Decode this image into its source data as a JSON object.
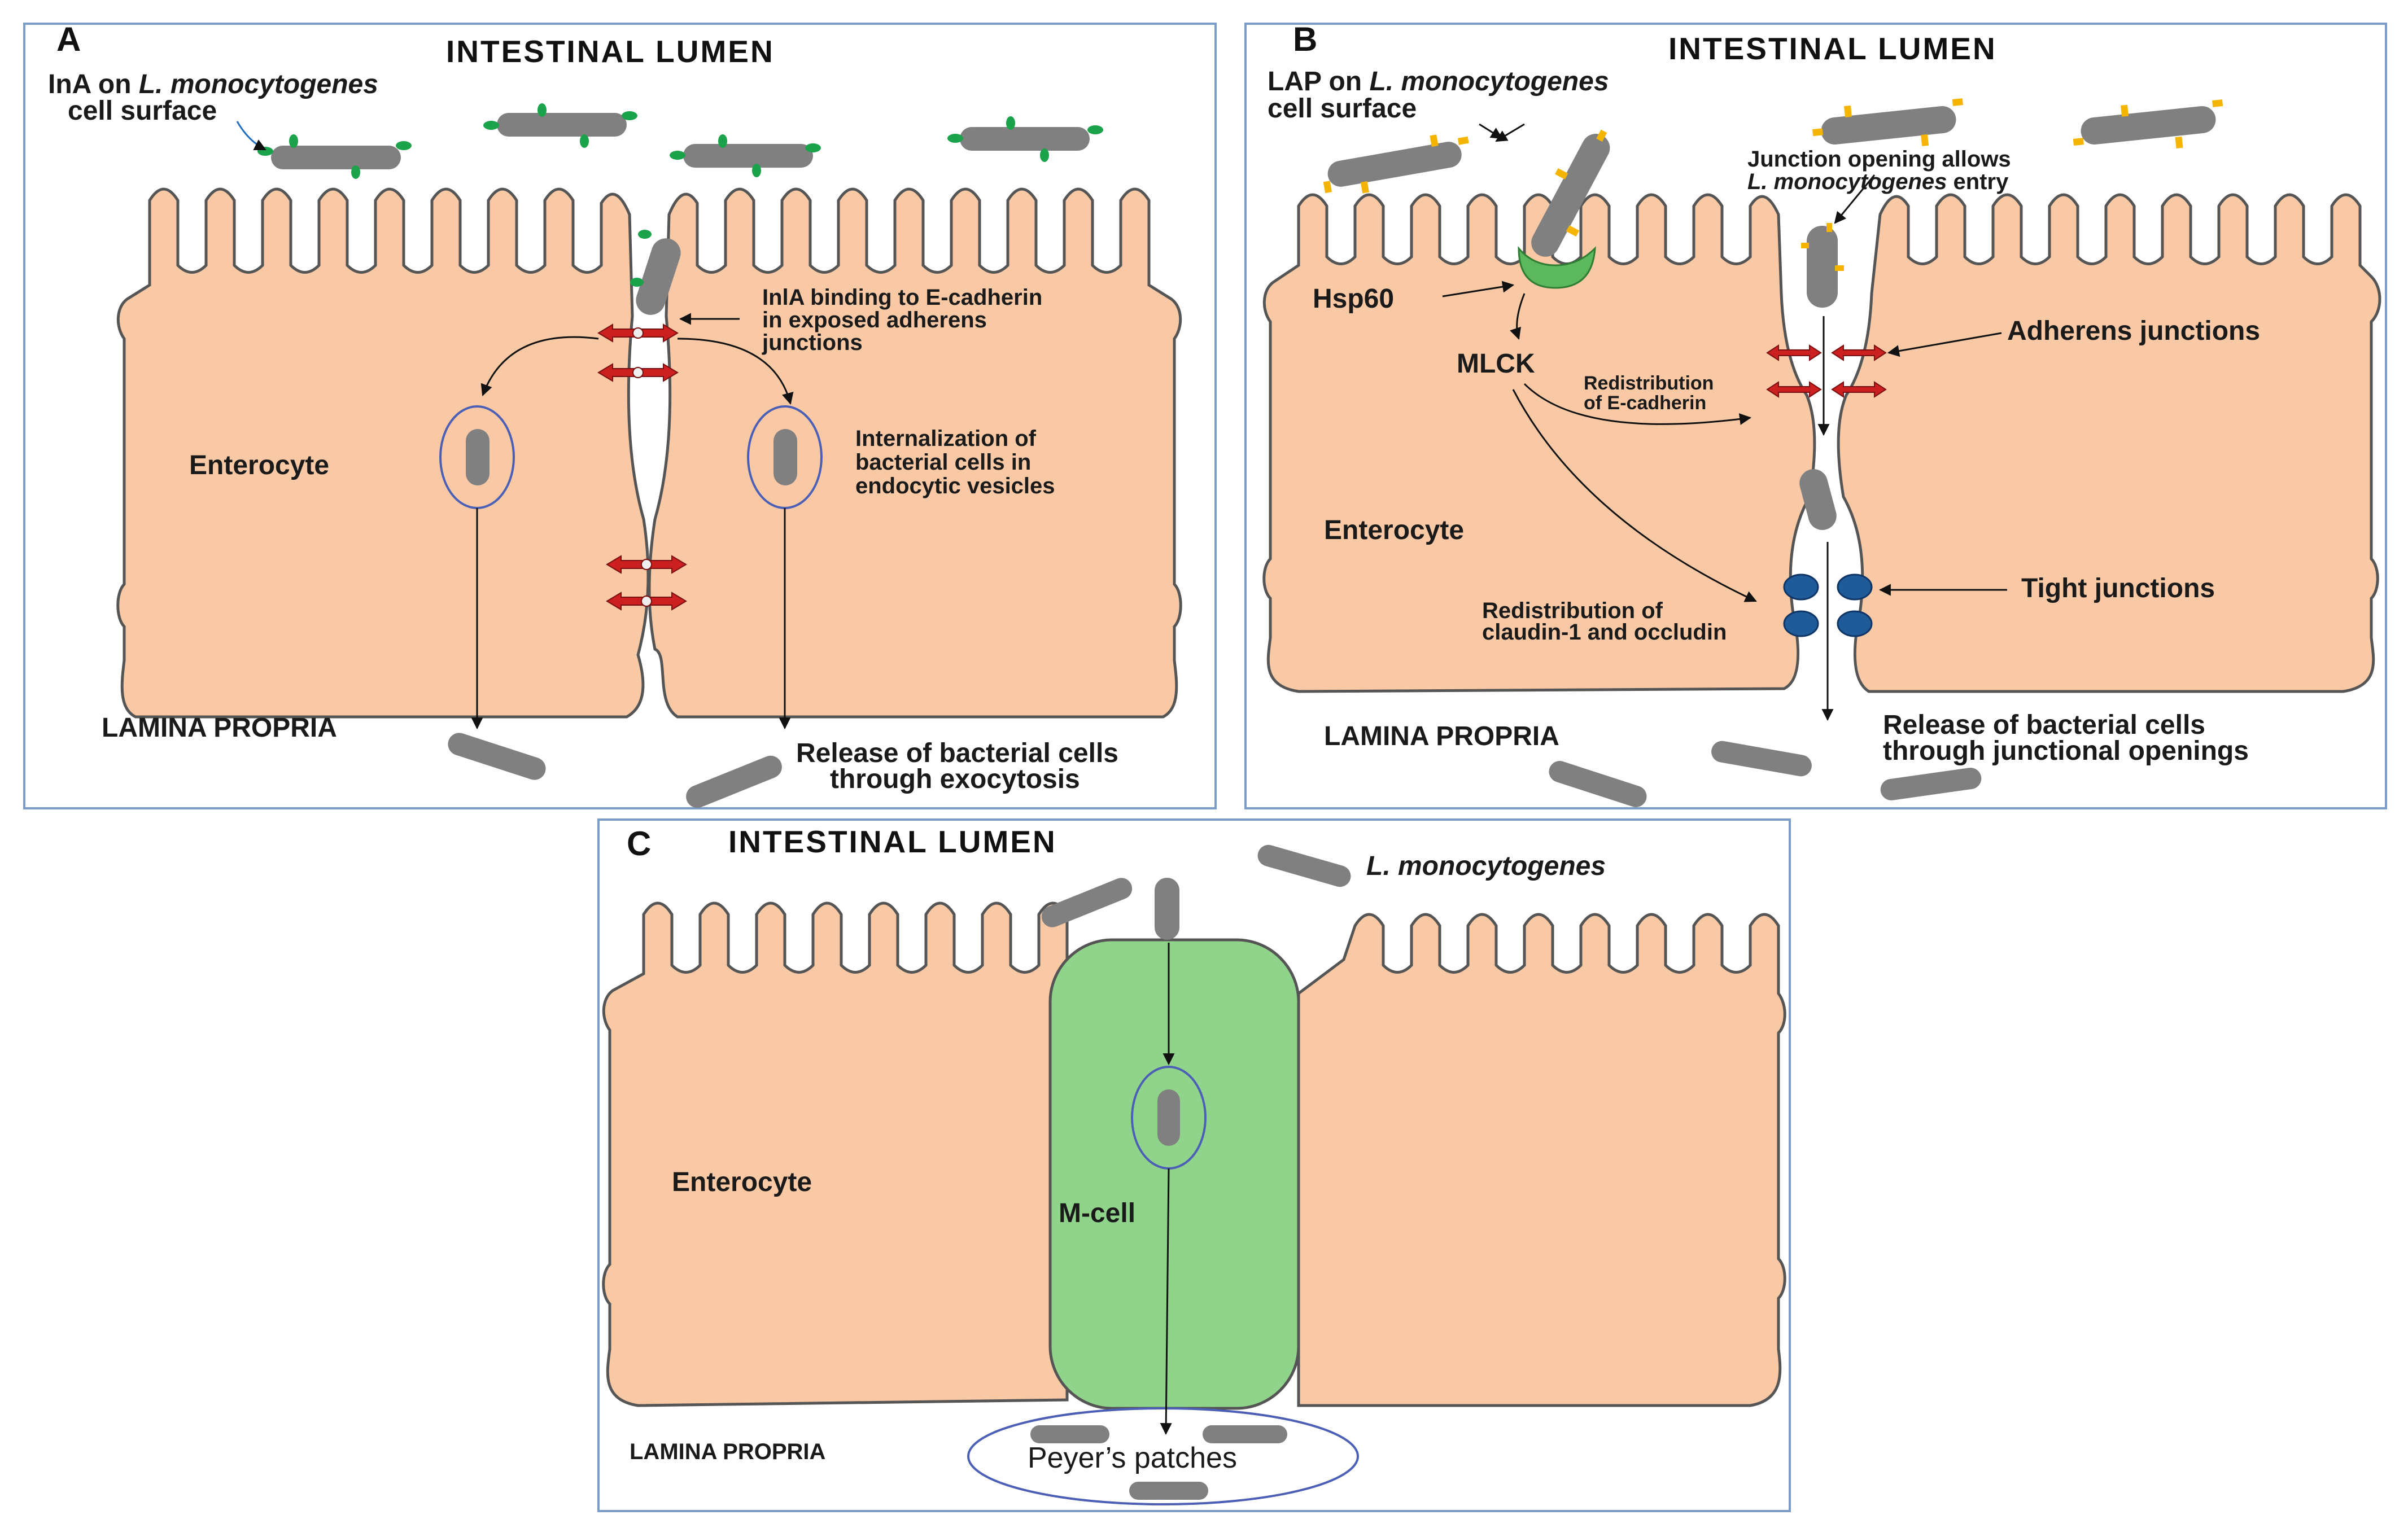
{
  "panels": [
    {
      "letter": "A",
      "title": "INTESTINAL LUMEN",
      "bottom_label": "LAMINA PROPRIA",
      "cell_label": "Enterocyte",
      "surface_label": {
        "pre": "InA on ",
        "ital": "L. monocytogenes",
        "line2": "cell surface"
      },
      "binding_label": [
        "InlA binding to E-cadherin",
        "in exposed adherens",
        "junctions"
      ],
      "internalization_label": [
        "Internalization of",
        "bacterial cells in",
        "endocytic vesicles"
      ],
      "release_label": [
        "Release of bacterial cells",
        "through exocytosis"
      ]
    },
    {
      "letter": "B",
      "title": "INTESTINAL LUMEN",
      "bottom_label": "LAMINA PROPRIA",
      "cell_label": "Enterocyte",
      "surface_label": {
        "pre": "LAP on ",
        "ital": "L. monocytogenes",
        "line2": "cell surface"
      },
      "junction_opening_label": {
        "line1": "Junction opening allows",
        "ital": "L. monocytogenes",
        "post": " entry"
      },
      "hsp_label": "Hsp60",
      "mlck_label": "MLCK",
      "redist_ecad_label": [
        "Redistribution",
        "of E-cadherin"
      ],
      "redist_claudin_label": [
        "Redistribution of",
        "claudin-1 and occludin"
      ],
      "adherens_label": "Adherens junctions",
      "tight_label": "Tight junctions",
      "release_label": [
        "Release of bacterial cells",
        "through junctional openings"
      ]
    },
    {
      "letter": "C",
      "title": "INTESTINAL LUMEN",
      "bottom_label": "LAMINA PROPRIA",
      "cell_label": "Enterocyte",
      "lm_label": "L. monocytogenes",
      "mcell_label": "M-cell",
      "peyer_label": "Peyer’s patches"
    }
  ],
  "colors": {
    "cell_fill": "#f9c9a6",
    "cell_stroke": "#555555",
    "membrane_inner": "#ffffff",
    "bacterium": "#808080",
    "inla_green": "#1aa34a",
    "lap_yellow": "#f4b400",
    "junction_red": "#cc1f1f",
    "tight_blue": "#1f5a99",
    "hsp_green": "#5cb85c",
    "mcell_fill": "#90d38a",
    "vesicle_stroke": "#4a5fb5",
    "panel_border": "#7a9cc6"
  }
}
